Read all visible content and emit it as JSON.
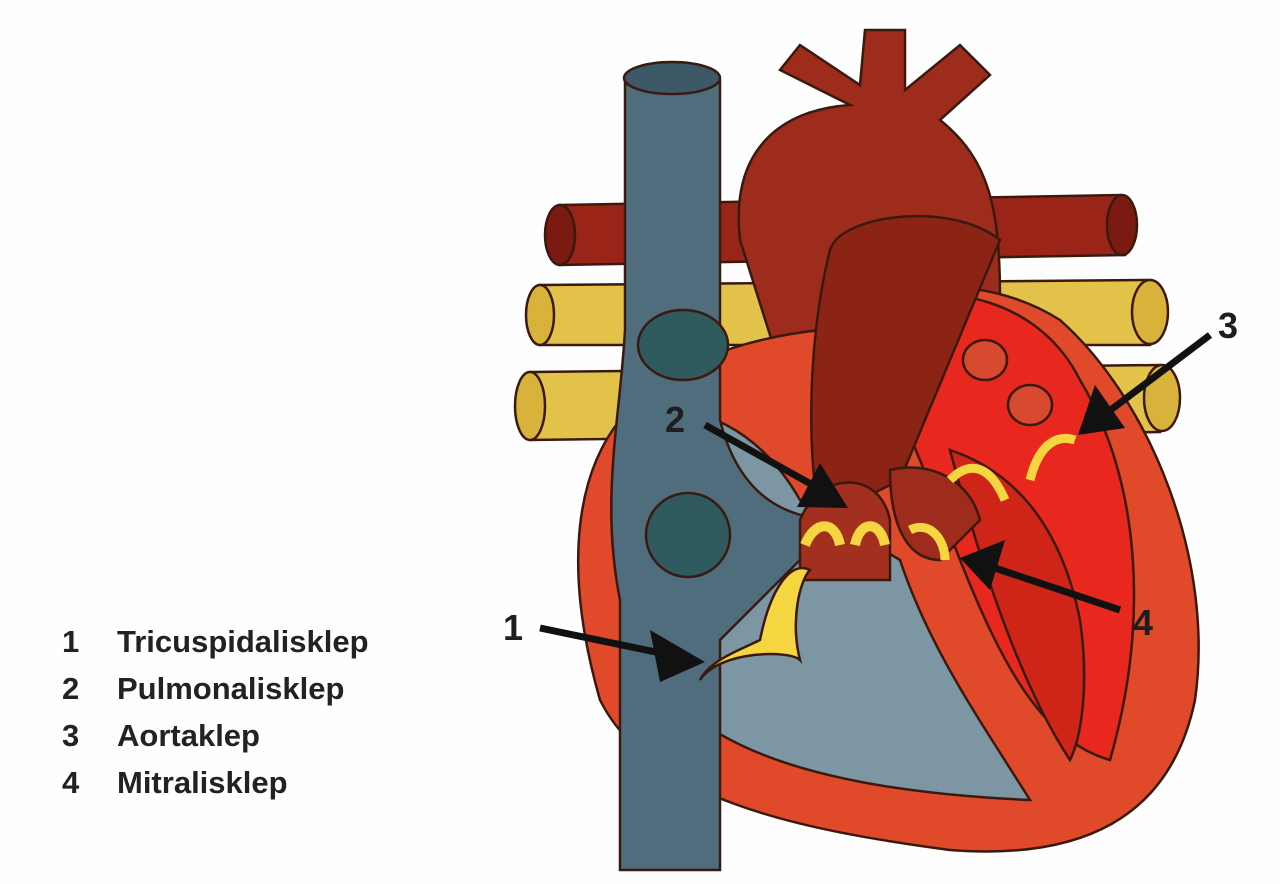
{
  "diagram": {
    "callouts": [
      "1",
      "2",
      "3",
      "4"
    ],
    "legend": [
      {
        "number": "1",
        "label": "Tricuspidalisklep"
      },
      {
        "number": "2",
        "label": "Pulmonalisklep"
      },
      {
        "number": "3",
        "label": "Aortaklep"
      },
      {
        "number": "4",
        "label": "Mitralisklep"
      }
    ],
    "colors": {
      "vein_blue": "#4f6d7c",
      "artery_dark_red": "#9a2a1c",
      "heart_red": "#e04a2a",
      "left_interior": "#e8281e",
      "fat_yellow": "#e3c24a",
      "valve_yellow": "#f5d640"
    }
  }
}
